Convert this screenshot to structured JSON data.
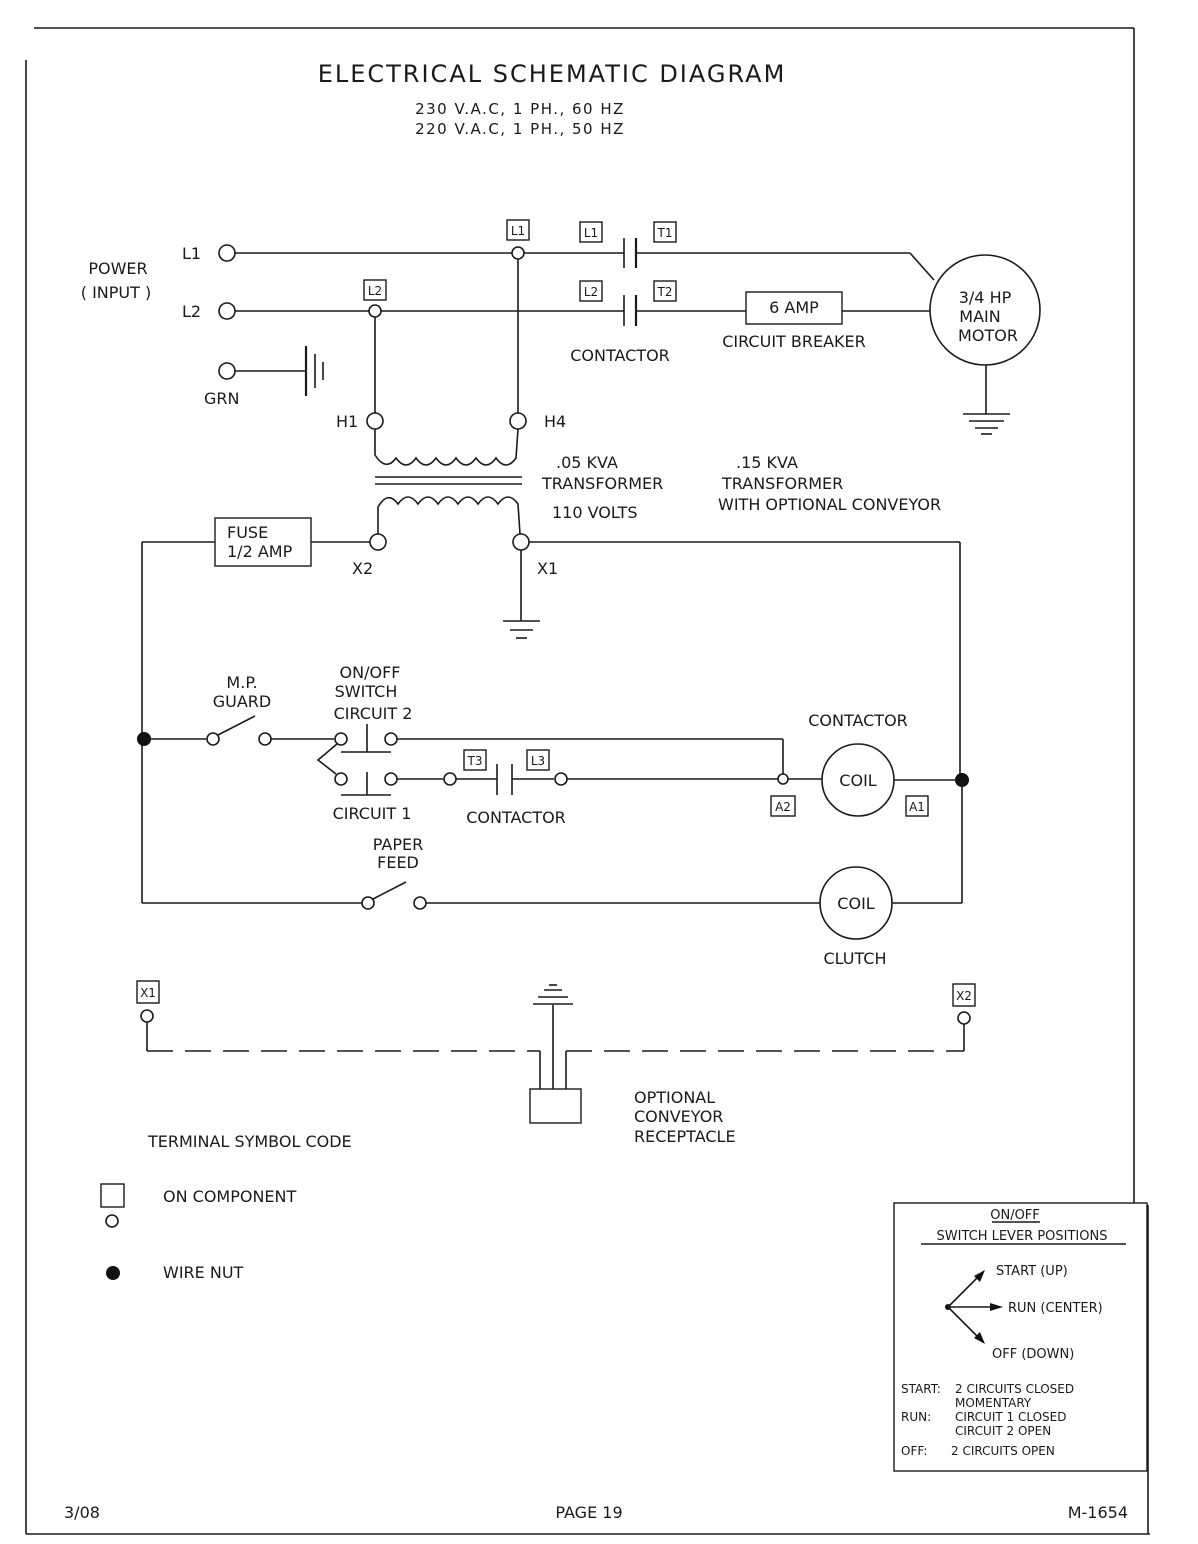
{
  "document": {
    "title": "ELECTRICAL SCHEMATIC DIAGRAM",
    "subtitle_lines": [
      "230 V.A.C, 1 PH., 60 HZ",
      "220 V.A.C, 1 PH., 50 HZ"
    ],
    "footer": {
      "date": "3/08",
      "page": "PAGE 19",
      "doc_number": "M-1654"
    }
  },
  "power_input": {
    "label_lines": [
      "POWER",
      "( INPUT )"
    ],
    "terminals": [
      "L1",
      "L2",
      "GRN"
    ]
  },
  "terminal_tags": {
    "junction_l1": "L1",
    "junction_l2": "L2",
    "contactor_l1": "L1",
    "contactor_t1": "T1",
    "contactor_l2": "L2",
    "contactor_t2": "T2",
    "contactor_t3": "T3",
    "contactor_l3": "L3",
    "coil_a2": "A2",
    "coil_a1": "A1",
    "conveyor_x1": "X1",
    "conveyor_x2": "X2"
  },
  "components": {
    "main_contactor_label": "CONTACTOR",
    "breaker": {
      "rating": "6 AMP",
      "label": "CIRCUIT BREAKER"
    },
    "motor": {
      "lines": [
        "3/4 HP",
        "MAIN",
        "MOTOR"
      ]
    },
    "transformer": {
      "primary_terminals": [
        "H1",
        "H4"
      ],
      "secondary_terminals": [
        "X2",
        "X1"
      ],
      "label_lines": [
        ".05 KVA",
        "TRANSFORMER",
        "110 VOLTS"
      ],
      "optional_label_lines": [
        ".15 KVA",
        "TRANSFORMER",
        "WITH OPTIONAL CONVEYOR"
      ]
    },
    "fuse": {
      "lines": [
        "FUSE",
        "1/2 AMP"
      ]
    },
    "mp_guard": {
      "lines": [
        "M.P.",
        "GUARD"
      ]
    },
    "onoff_switch": {
      "lines": [
        "ON/OFF",
        "SWITCH",
        "CIRCUIT 2"
      ],
      "circuit1_label": "CIRCUIT 1"
    },
    "aux_contactor_label": "CONTACTOR",
    "contactor_coil": {
      "title": "CONTACTOR",
      "text": "COIL"
    },
    "paper_feed": {
      "lines": [
        "PAPER",
        "FEED"
      ]
    },
    "clutch_coil": {
      "text": "COIL",
      "label": "CLUTCH"
    },
    "conveyor_receptacle": {
      "lines": [
        "OPTIONAL",
        "CONVEYOR",
        "RECEPTACLE"
      ]
    }
  },
  "legend": {
    "title": "TERMINAL SYMBOL CODE",
    "items": [
      {
        "symbol": "square-over-circle",
        "label": "ON COMPONENT"
      },
      {
        "symbol": "filled-dot",
        "label": "WIRE NUT"
      }
    ]
  },
  "switch_positions_box": {
    "title_lines": [
      "ON/OFF",
      "SWITCH LEVER POSITIONS"
    ],
    "positions": [
      "START (UP)",
      "RUN (CENTER)",
      "OFF (DOWN)"
    ],
    "notes": [
      {
        "key": "START:",
        "lines": [
          "2 CIRCUITS CLOSED",
          "MOMENTARY"
        ]
      },
      {
        "key": "RUN:",
        "lines": [
          "CIRCUIT 1 CLOSED",
          "CIRCUIT 2 OPEN"
        ]
      },
      {
        "key": "OFF:",
        "lines": [
          "2 CIRCUITS OPEN"
        ]
      }
    ]
  }
}
